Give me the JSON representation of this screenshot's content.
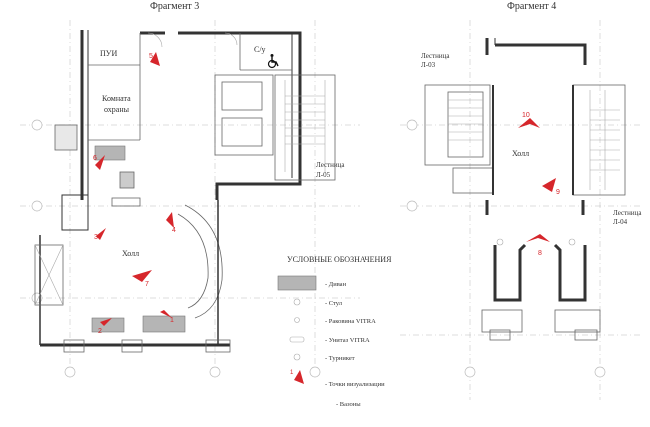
{
  "fragments": {
    "f3_title": "Фрагмент 3",
    "f4_title": "Фрагмент 4"
  },
  "rooms": {
    "pui": "ПУИ",
    "security_1": "Комната",
    "security_2": "охраны",
    "wc": "С/у",
    "hall_f3": "Холл",
    "stair_l05_1": "Лестница",
    "stair_l05_2": "Л-05",
    "stair_l03_1": "Лестница",
    "stair_l03_2": "Л-03",
    "hall_f4": "Холл",
    "stair_l04_1": "Лестница",
    "stair_l04_2": "Л-04"
  },
  "legend": {
    "title": "УСЛОВНЫЕ ОБОЗНАЧЕНИЯ",
    "items": [
      {
        "key": "sofa",
        "label": "- Диван"
      },
      {
        "key": "chair",
        "label": "- Стул"
      },
      {
        "key": "sink",
        "label": "- Раковина VITRA"
      },
      {
        "key": "urinal",
        "label": "- Унитаз VITRA"
      },
      {
        "key": "turnstile",
        "label": "- Турникет"
      },
      {
        "key": "viewpoint",
        "label": "- Точки визуализации",
        "sample_number": "1"
      },
      {
        "key": "vase",
        "label": "- Вазоны"
      }
    ]
  },
  "viewpoints": [
    "1",
    "2",
    "3",
    "4",
    "5",
    "6",
    "7",
    "8",
    "9",
    "10"
  ],
  "colors": {
    "viewpoint_red": "#d6262b",
    "sofa_gray": "#b5b5b5",
    "wall": "#333333"
  },
  "icons": {
    "accessible": "wheelchair-icon"
  }
}
